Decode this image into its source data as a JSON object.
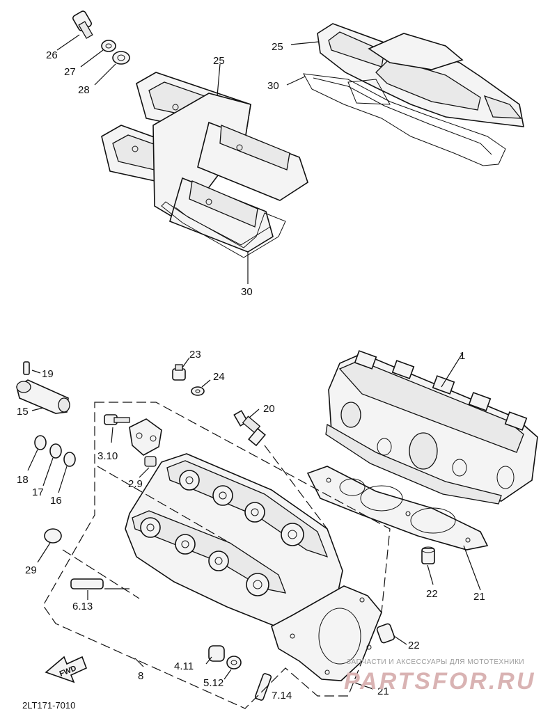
{
  "drawing_code": "2LT171-7010",
  "fwd_label": "FWD",
  "watermark": {
    "caption": "ЗАПЧАСТИ И АКСЕССУАРЫ ДЛЯ МОТОТЕХНИКИ",
    "brand": "PARTSFOR.RU"
  },
  "callouts": {
    "c26": "26",
    "c27": "27",
    "c28": "28",
    "c25a": "25",
    "c25b": "25",
    "c30a": "30",
    "c30b": "30",
    "c1": "1",
    "c23": "23",
    "c24": "24",
    "c19": "19",
    "c15": "15",
    "c20": "20",
    "c3": "3.10",
    "c2": "2.9",
    "c18": "18",
    "c17": "17",
    "c16": "16",
    "c29": "29",
    "c6": "6.13",
    "c22a": "22",
    "c21a": "21",
    "c22b": "22",
    "c4": "4.11",
    "c5": "5.12",
    "c8": "8",
    "c7": "7.14",
    "c21b": "21"
  }
}
